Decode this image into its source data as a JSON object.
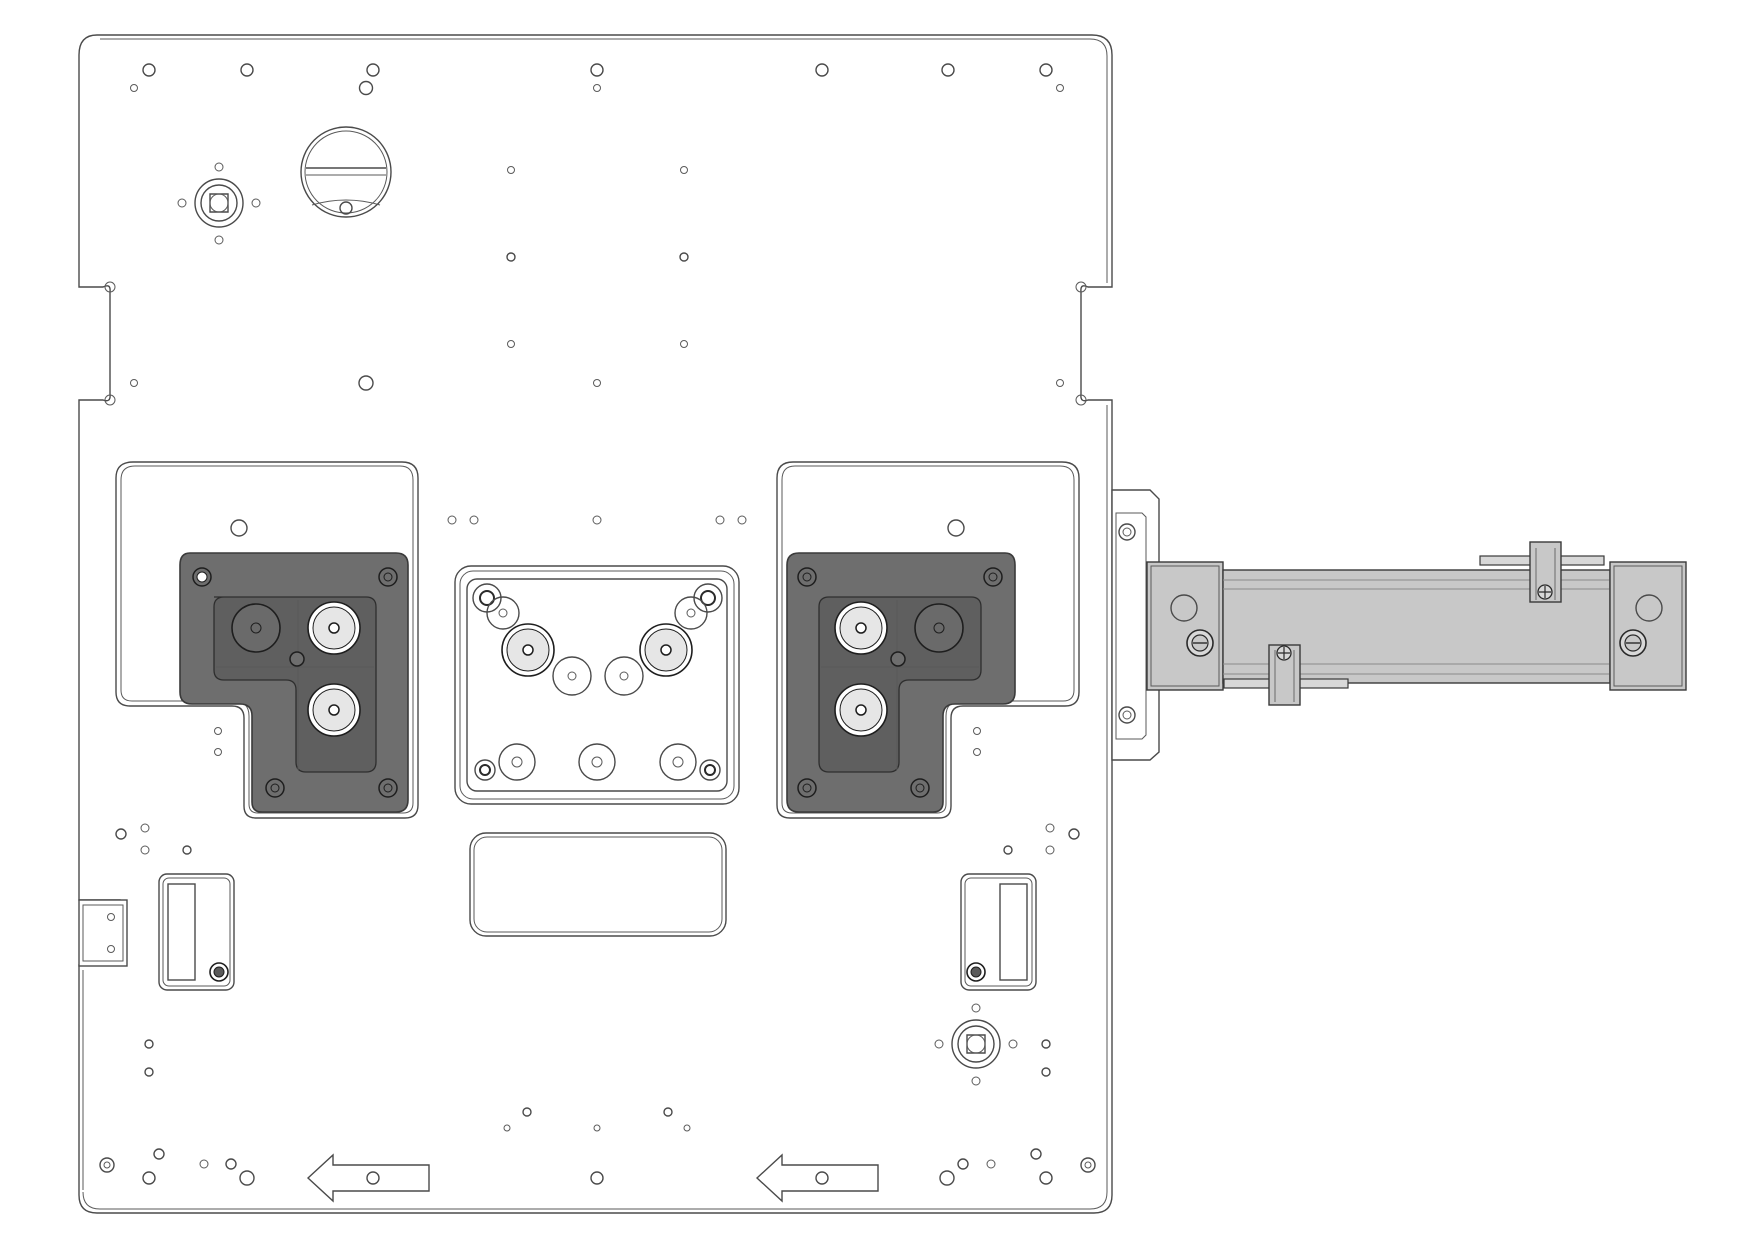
{
  "drawing": {
    "subject": "base-plate-with-pneumatic-cylinder",
    "colors": {
      "line": "#4a4a4a",
      "background": "#ffffff",
      "nest_fill": "#6e6e6e",
      "nest_dark": "#5a5a5a",
      "cylinder_fill": "#c8c8c8",
      "cylinder_light": "#d8d8d8",
      "pad_fill": "#e6e6e6"
    },
    "direction_arrows": [
      {
        "name": "flow-arrow-left",
        "direction": "left"
      },
      {
        "name": "flow-arrow-right",
        "direction": "left"
      }
    ]
  }
}
